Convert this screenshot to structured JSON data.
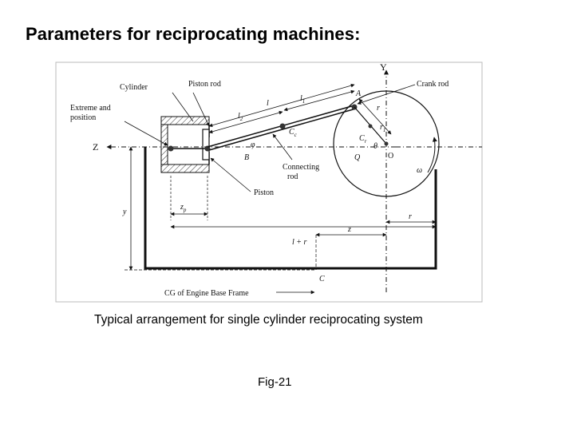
{
  "slide": {
    "title": "Parameters for reciprocating machines:",
    "caption": "Typical arrangement for single cylinder reciprocating system",
    "figure_label": "Fig-21"
  },
  "diagram": {
    "labels": {
      "cylinder": "Cylinder",
      "piston_rod": "Piston rod",
      "extreme_position_1": "Extreme and",
      "extreme_position_2": "position",
      "crank_rod": "Crank rod",
      "axis_y": "Y",
      "axis_z": "Z",
      "point_a": "A",
      "point_b": "B",
      "point_o": "O",
      "point_q": "Q",
      "point_cc": "C",
      "point_cc_sub": "c",
      "point_cr": "C",
      "point_cr_sub": "r",
      "point_c": "C",
      "len_l": "l",
      "len_l1": "l",
      "len_l1_sub": "1",
      "len_l2": "l",
      "len_l2_sub": "2",
      "radius_r": "r",
      "radius_r1": "r",
      "radius_r1_sub": "1",
      "angle_theta": "θ",
      "angle_phi": "φ",
      "omega": "ω",
      "connecting_rod_1": "Connecting",
      "connecting_rod_2": "rod",
      "piston": "Piston",
      "dim_zp": "z",
      "dim_zp_sub": "p",
      "dim_y": "y",
      "dim_r": "r",
      "dim_z": "z",
      "dim_l_plus_r": "l + r",
      "cg_base": "CG of Engine Base Frame"
    }
  }
}
